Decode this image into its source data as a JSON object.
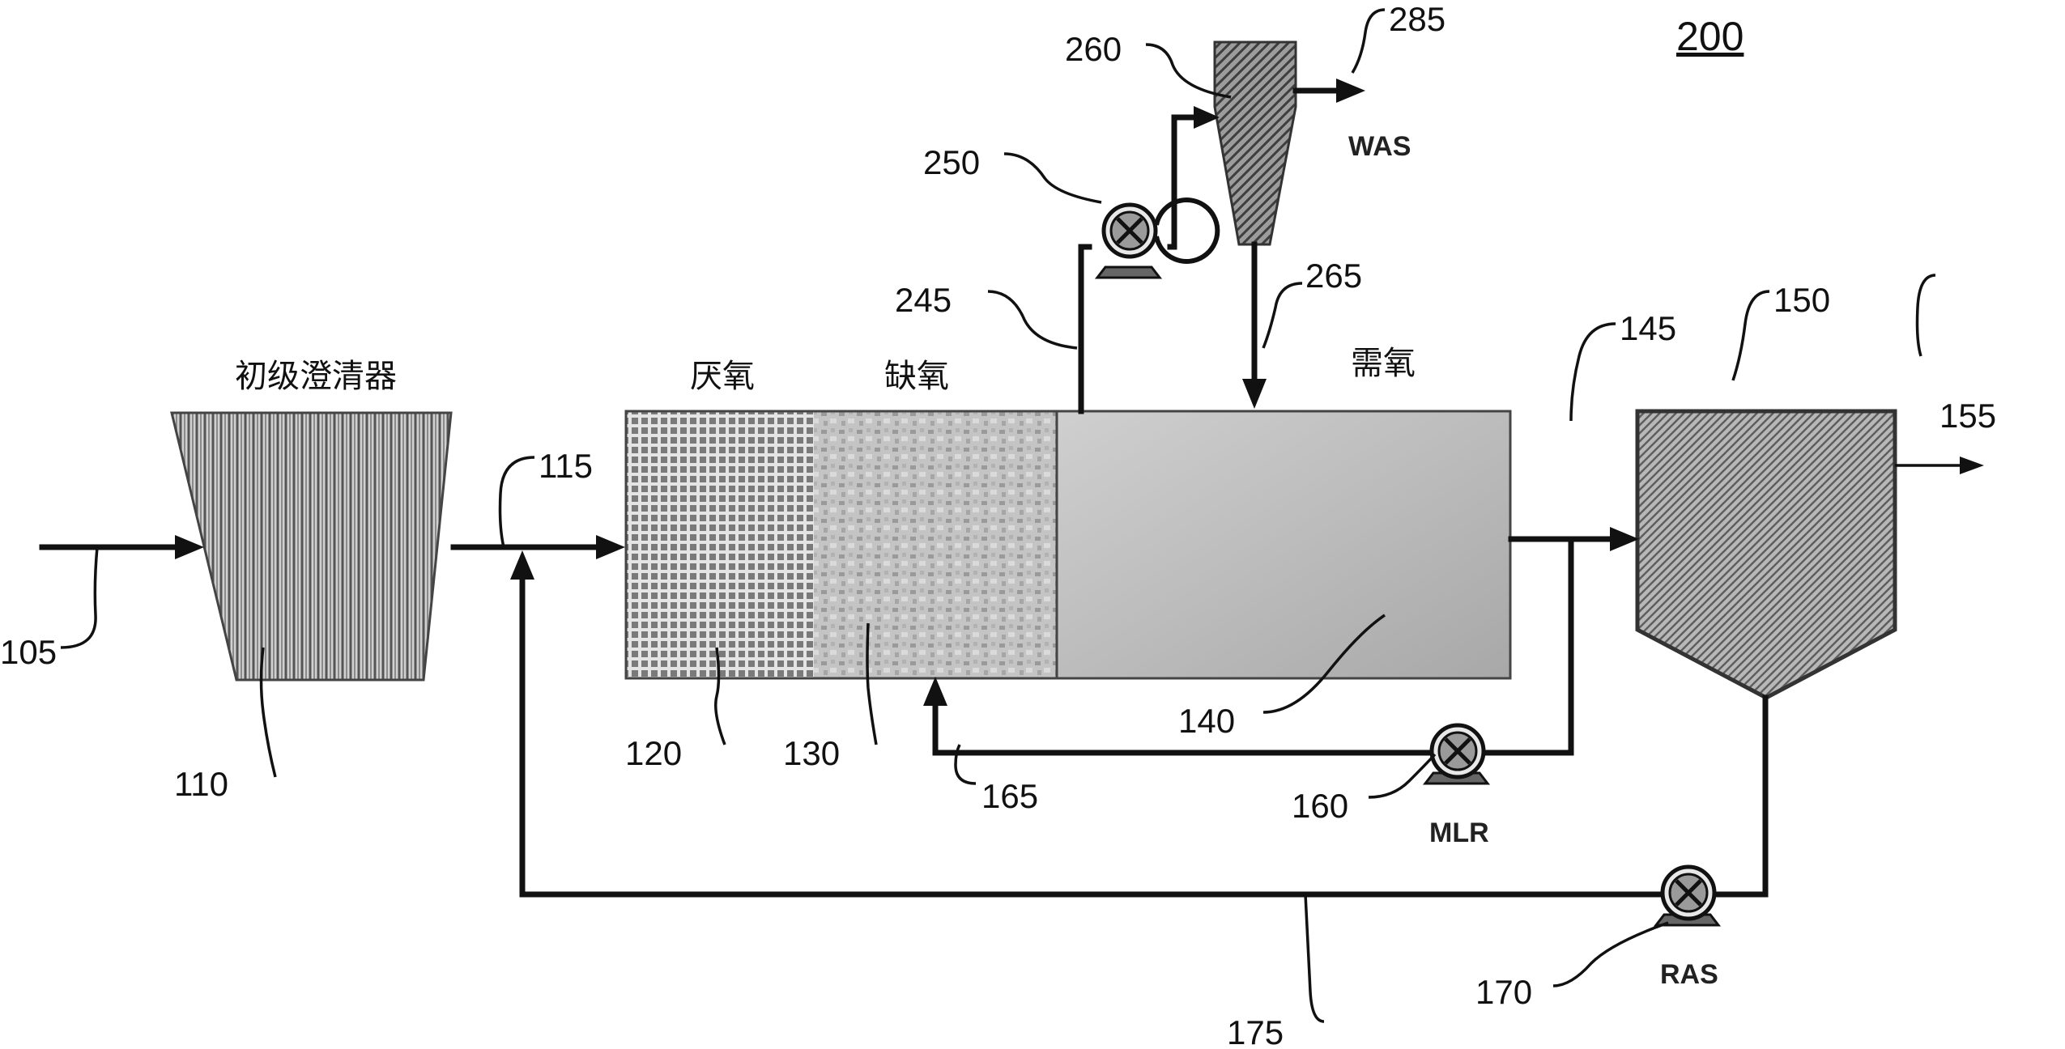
{
  "figure_number": "200",
  "units": {
    "primary_clarifier": {
      "label": "初级澄清器",
      "ref": "110"
    },
    "anaerobic": {
      "label": "厌氧",
      "ref": "120"
    },
    "anoxic": {
      "label": "缺氧",
      "ref": "130"
    },
    "aerobic": {
      "label": "需氧",
      "ref": "140"
    },
    "secondary_clarifier": {
      "ref": "150"
    },
    "hydrocyclone": {
      "ref": "260"
    }
  },
  "pumps": {
    "pump_250": {
      "ref": "250"
    },
    "mlr_pump": {
      "ref": "160",
      "label": "MLR"
    },
    "ras_pump": {
      "ref": "170",
      "label": "RAS"
    }
  },
  "streams": {
    "influent": "105",
    "primary_effluent": "115",
    "aerobic_effluent": "145",
    "final_effluent": "155",
    "mlr_return": "165",
    "ras_return": "175",
    "cyclone_feed": "245",
    "cyclone_underflow": "265",
    "waste_sludge": "285",
    "waste_sludge_label": "WAS"
  }
}
